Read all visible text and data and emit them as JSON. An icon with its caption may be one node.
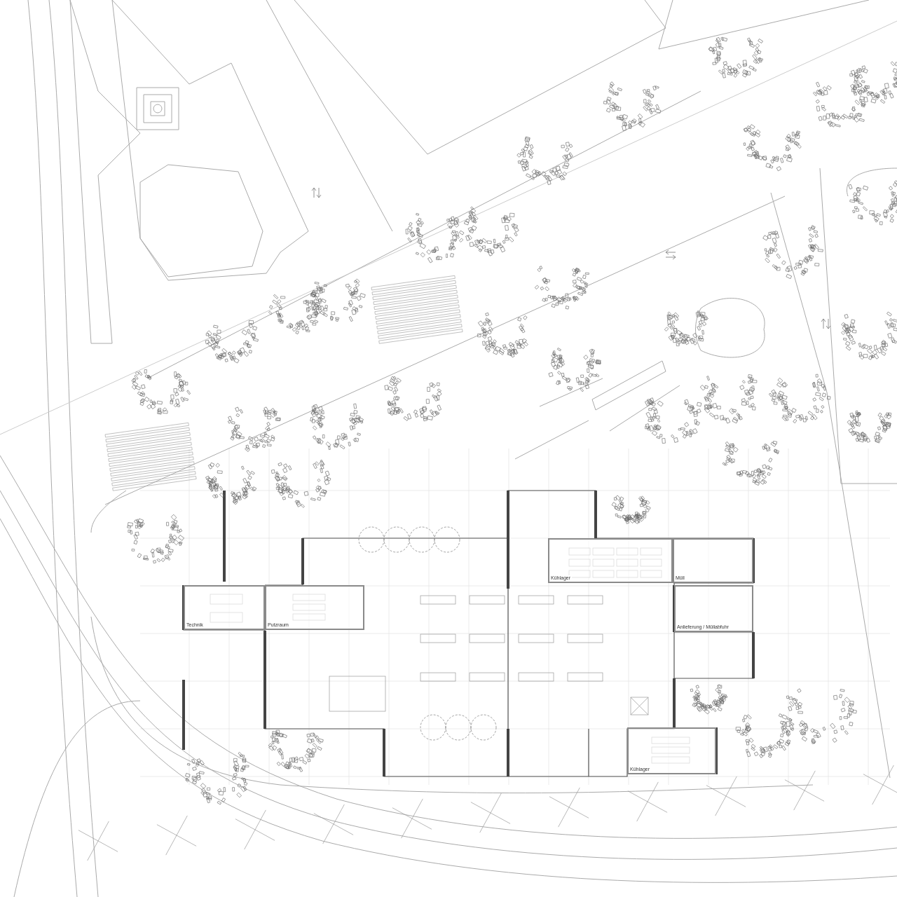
{
  "diagram": {
    "nodes": [
      {
        "text": [
          "Technik"
        ]
      },
      {
        "text": [
          "Putzraum"
        ]
      },
      {
        "text": [
          "Kühlager"
        ]
      },
      {
        "text": [
          "Müll"
        ]
      },
      {
        "text": [
          "Anlieferung / Müllabfuhr"
        ]
      },
      {
        "text": [
          "Kühlager"
        ]
      }
    ]
  }
}
